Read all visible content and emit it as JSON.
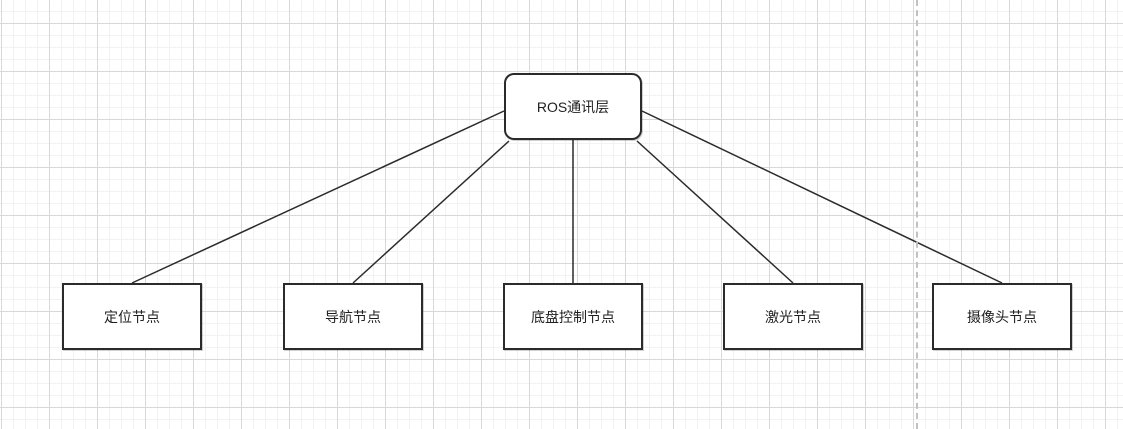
{
  "diagram": {
    "root": {
      "label": "ROS通讯层"
    },
    "children": [
      {
        "label": "定位节点"
      },
      {
        "label": "导航节点"
      },
      {
        "label": "底盘控制节点"
      },
      {
        "label": "激光节点"
      },
      {
        "label": "摄像头节点"
      }
    ],
    "connectors": [
      {
        "from": "ROS通讯层",
        "to": "定位节点"
      },
      {
        "from": "ROS通讯层",
        "to": "导航节点"
      },
      {
        "from": "ROS通讯层",
        "to": "底盘控制节点"
      },
      {
        "from": "ROS通讯层",
        "to": "激光节点"
      },
      {
        "from": "ROS通讯层",
        "to": "摄像头节点"
      }
    ],
    "colors": {
      "node_border": "#2b2b2b",
      "node_fill": "#ffffff",
      "text": "#1f1f1f",
      "connector": "#2b2b2b",
      "grid_minor": "#f2f2f2",
      "grid_major": "#d8d8d8",
      "page_break": "#c2c2c2",
      "background": "#ffffff"
    }
  }
}
